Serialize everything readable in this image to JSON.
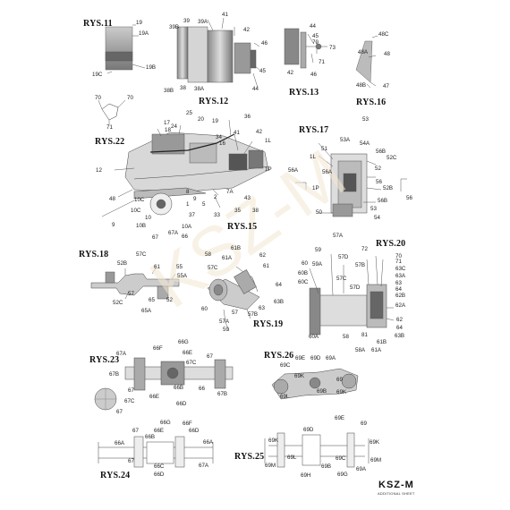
{
  "figures": [
    {
      "title": "RYS.11",
      "labels": [
        "19",
        "19A",
        "19C",
        "19B"
      ]
    },
    {
      "title": "RYS.12",
      "labels": [
        "39B",
        "39",
        "39A",
        "41",
        "42",
        "46",
        "45",
        "44",
        "38B",
        "38",
        "38A"
      ]
    },
    {
      "title": "RYS.13",
      "labels": [
        "44",
        "45",
        "70",
        "73",
        "42",
        "46",
        "71"
      ]
    },
    {
      "title": "RYS.16",
      "labels": [
        "48C",
        "48A",
        "48",
        "48B",
        "47"
      ]
    },
    {
      "title": "RYS.22",
      "labels": [
        "70",
        "70",
        "71",
        "17",
        "25",
        "20",
        "19",
        "36",
        "18",
        "24",
        "34",
        "41",
        "42",
        "16",
        "1L",
        "12",
        "56A",
        "1P",
        "48",
        "10C",
        "8",
        "7A",
        "9",
        "2",
        "43",
        "9",
        "10C",
        "37",
        "10A",
        "1",
        "5",
        "35",
        "38",
        "10",
        "10B",
        "67",
        "67A",
        "66",
        "33",
        "RYS.15"
      ]
    },
    {
      "title": "RYS.17",
      "labels": [
        "53",
        "53A",
        "54A",
        "51",
        "1L",
        "56A",
        "56B",
        "52C",
        "52",
        "56",
        "52B",
        "1P",
        "56B",
        "50",
        "54",
        "53",
        "56"
      ]
    },
    {
      "title": "RYS.18",
      "labels": [
        "57C",
        "52B",
        "61",
        "55",
        "55A",
        "57",
        "52C",
        "65",
        "52",
        "65A"
      ]
    },
    {
      "title": "RYS.19",
      "labels": [
        "58",
        "61B",
        "61A",
        "62",
        "61",
        "57C",
        "64",
        "60",
        "57",
        "57B",
        "63",
        "63B",
        "57A",
        "59"
      ]
    },
    {
      "title": "RYS.20",
      "labels": [
        "57A",
        "59",
        "60",
        "59A",
        "60B",
        "60C",
        "57D",
        "57B",
        "57C",
        "57D",
        "72",
        "70",
        "71",
        "63C",
        "63A",
        "63",
        "64",
        "62B",
        "62A",
        "62",
        "64",
        "63B",
        "60A",
        "58A",
        "58",
        "81",
        "61B",
        "61A"
      ]
    },
    {
      "title": "RYS.23",
      "labels": [
        "67A",
        "66F",
        "66G",
        "66E",
        "67C",
        "67",
        "67B",
        "67",
        "67C",
        "66E",
        "66B",
        "66D",
        "66",
        "67B",
        "67"
      ]
    },
    {
      "title": "RYS.26",
      "labels": [
        "69E",
        "69D",
        "69A",
        "69C",
        "69K",
        "69",
        "69B",
        "69L",
        "69K"
      ]
    },
    {
      "title": "RYS.24",
      "labels": [
        "66G",
        "66F",
        "67",
        "66E",
        "66B",
        "66A",
        "66D",
        "66A",
        "66C",
        "66D",
        "67A",
        "67"
      ]
    },
    {
      "title": "RYS.25",
      "labels": [
        "69E",
        "69",
        "69D",
        "69K",
        "69K",
        "69M",
        "69L",
        "69C",
        "69M",
        "69B",
        "69H",
        "69G",
        "69A"
      ]
    }
  ],
  "logo": {
    "text": "KSZ-M",
    "subtext": "ADDITIONAL SHEET"
  },
  "watermark": "KSZ-M"
}
